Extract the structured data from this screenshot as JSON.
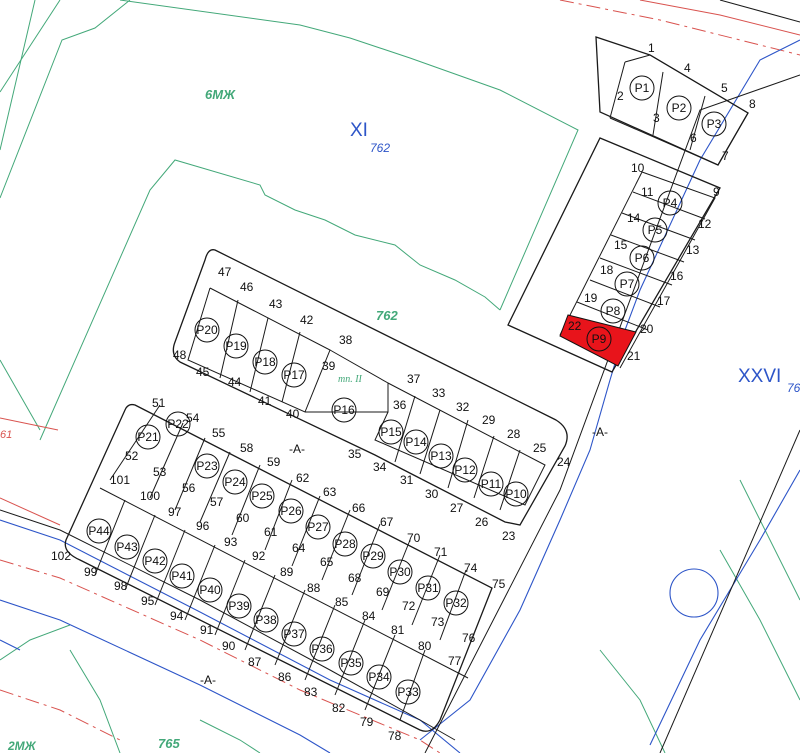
{
  "labels": {
    "zone_6mzh": "6МЖ",
    "zone_2mzh": "2МЖ",
    "block_xi": "XI",
    "block_xi_num": "762",
    "area_762": "762",
    "block_xxvi": "XXVI",
    "block_xxvi_num": "76",
    "area_765": "765",
    "red_61": "61",
    "passage_a1": "-A-",
    "passage_a2": "-A-",
    "passage_a3": "-A-",
    "tp": "тп. II"
  },
  "colors": {
    "highlight": "#e8141b",
    "green_zone": "#43a879",
    "blue_line": "#2d55c8",
    "red_line": "#d9534f"
  },
  "lots": [
    {
      "id": "P1",
      "label": "P1"
    },
    {
      "id": "P2",
      "label": "P2"
    },
    {
      "id": "P3",
      "label": "P3"
    },
    {
      "id": "P4",
      "label": "P4"
    },
    {
      "id": "P5",
      "label": "P5"
    },
    {
      "id": "P6",
      "label": "P6"
    },
    {
      "id": "P7",
      "label": "P7"
    },
    {
      "id": "P8",
      "label": "P8"
    },
    {
      "id": "P9",
      "label": "P9",
      "highlighted": true
    },
    {
      "id": "P10",
      "label": "P10"
    },
    {
      "id": "P11",
      "label": "P11"
    },
    {
      "id": "P12",
      "label": "P12"
    },
    {
      "id": "P13",
      "label": "P13"
    },
    {
      "id": "P14",
      "label": "P14"
    },
    {
      "id": "P15",
      "label": "P15"
    },
    {
      "id": "P16",
      "label": "P16"
    },
    {
      "id": "P17",
      "label": "P17"
    },
    {
      "id": "P18",
      "label": "P18"
    },
    {
      "id": "P19",
      "label": "P19"
    },
    {
      "id": "P20",
      "label": "P20"
    },
    {
      "id": "P21",
      "label": "P21"
    },
    {
      "id": "P22",
      "label": "P22"
    },
    {
      "id": "P23",
      "label": "P23"
    },
    {
      "id": "P24",
      "label": "P24"
    },
    {
      "id": "P25",
      "label": "P25"
    },
    {
      "id": "P26",
      "label": "P26"
    },
    {
      "id": "P27",
      "label": "P27"
    },
    {
      "id": "P28",
      "label": "P28"
    },
    {
      "id": "P29",
      "label": "P29"
    },
    {
      "id": "P30",
      "label": "P30"
    },
    {
      "id": "P31",
      "label": "P31"
    },
    {
      "id": "P32",
      "label": "P32"
    },
    {
      "id": "P33",
      "label": "P33"
    },
    {
      "id": "P34",
      "label": "P34"
    },
    {
      "id": "P35",
      "label": "P35"
    },
    {
      "id": "P36",
      "label": "P36"
    },
    {
      "id": "P37",
      "label": "P37"
    },
    {
      "id": "P38",
      "label": "P38"
    },
    {
      "id": "P39",
      "label": "P39"
    },
    {
      "id": "P40",
      "label": "P40"
    },
    {
      "id": "P41",
      "label": "P41"
    },
    {
      "id": "P42",
      "label": "P42"
    },
    {
      "id": "P43",
      "label": "P43"
    },
    {
      "id": "P44",
      "label": "P44"
    }
  ],
  "point_numbers": [
    "1",
    "2",
    "3",
    "4",
    "5",
    "6",
    "7",
    "8",
    "9",
    "10",
    "11",
    "12",
    "13",
    "14",
    "15",
    "16",
    "17",
    "18",
    "19",
    "20",
    "21",
    "22",
    "23",
    "24",
    "25",
    "26",
    "27",
    "28",
    "29",
    "30",
    "31",
    "32",
    "33",
    "34",
    "35",
    "36",
    "37",
    "38",
    "39",
    "40",
    "41",
    "42",
    "43",
    "44",
    "45",
    "46",
    "47",
    "48",
    "51",
    "52",
    "53",
    "54",
    "55",
    "56",
    "57",
    "58",
    "59",
    "60",
    "61",
    "62",
    "63",
    "64",
    "65",
    "66",
    "67",
    "68",
    "69",
    "70",
    "71",
    "72",
    "73",
    "74",
    "75",
    "76",
    "77",
    "78",
    "79",
    "80",
    "81",
    "82",
    "83",
    "84",
    "85",
    "86",
    "87",
    "88",
    "89",
    "90",
    "91",
    "92",
    "93",
    "94",
    "95",
    "96",
    "97",
    "98",
    "99",
    "100",
    "101",
    "102"
  ]
}
